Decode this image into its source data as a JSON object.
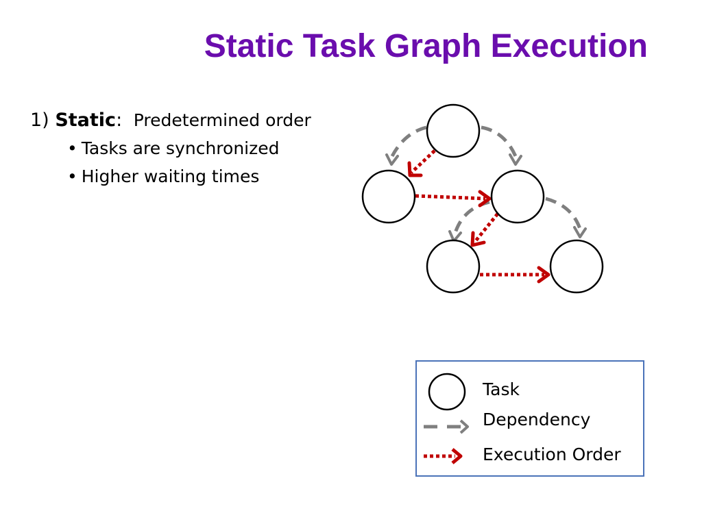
{
  "slide": {
    "title": "Static Task Graph Execution",
    "item_number": "1)",
    "item_keyword": "Static",
    "item_colon": ":",
    "item_description": "Predetermined order",
    "bullets": [
      "Tasks are synchronized",
      "Higher waiting times"
    ]
  },
  "legend": {
    "task_label": "Task",
    "dependency_label": "Dependency",
    "execution_label": "Execution Order"
  },
  "colors": {
    "title": "#6a0dad",
    "dependency": "#7f7f7f",
    "execution": "#c00000",
    "legend_border": "#4a72b8"
  }
}
